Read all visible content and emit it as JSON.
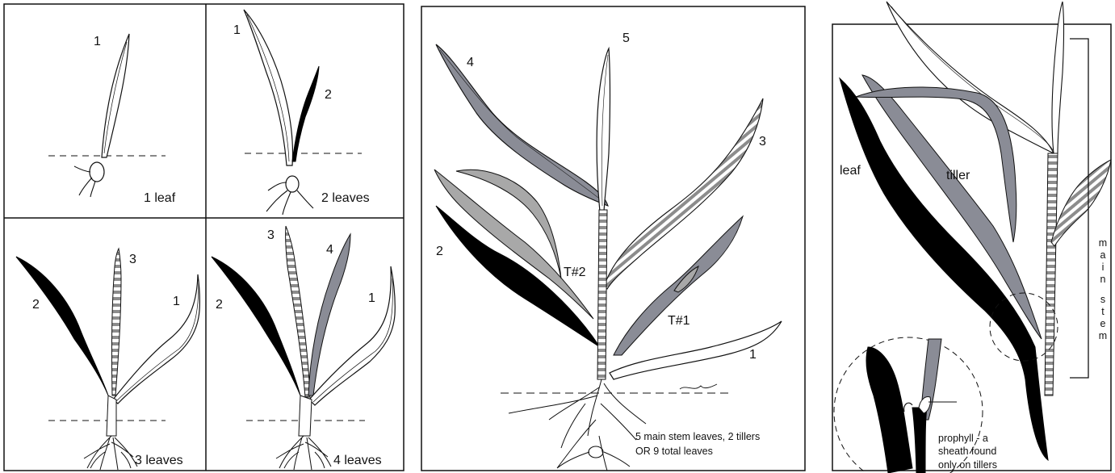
{
  "panel_a": {
    "q1": {
      "number": "1",
      "caption": "1 leaf"
    },
    "q2": {
      "number_1": "1",
      "number_2": "2",
      "caption": "2 leaves"
    },
    "q3": {
      "number_1": "1",
      "number_2": "2",
      "number_3": "3",
      "caption": "3 leaves"
    },
    "q4": {
      "number_1": "1",
      "number_2": "2",
      "number_3": "3",
      "number_4": "4",
      "caption": "4 leaves"
    }
  },
  "panel_b": {
    "leaf_1": "1",
    "leaf_2": "2",
    "leaf_3": "3",
    "leaf_4": "4",
    "leaf_5": "5",
    "tiller_1": "T#1",
    "tiller_2": "T#2",
    "caption_line1": "5 main stem leaves, 2 tillers",
    "caption_line2": "OR 9 total leaves"
  },
  "panel_c": {
    "leaf_label": "leaf",
    "tiller_label": "tiller",
    "main_stem_letters": [
      "m",
      "a",
      "i",
      "n",
      "s",
      "t",
      "e",
      "m"
    ],
    "prophyll_line1": "prophyll - a",
    "prophyll_line2": "sheath found",
    "prophyll_line3": "only on tillers"
  },
  "colors": {
    "dark_leaf": "#000000",
    "gray_leaf": "#8a8c96",
    "light_gray_leaf": "#a8a8a8",
    "stripe": "#8c8c8c",
    "outline": "#111111"
  }
}
